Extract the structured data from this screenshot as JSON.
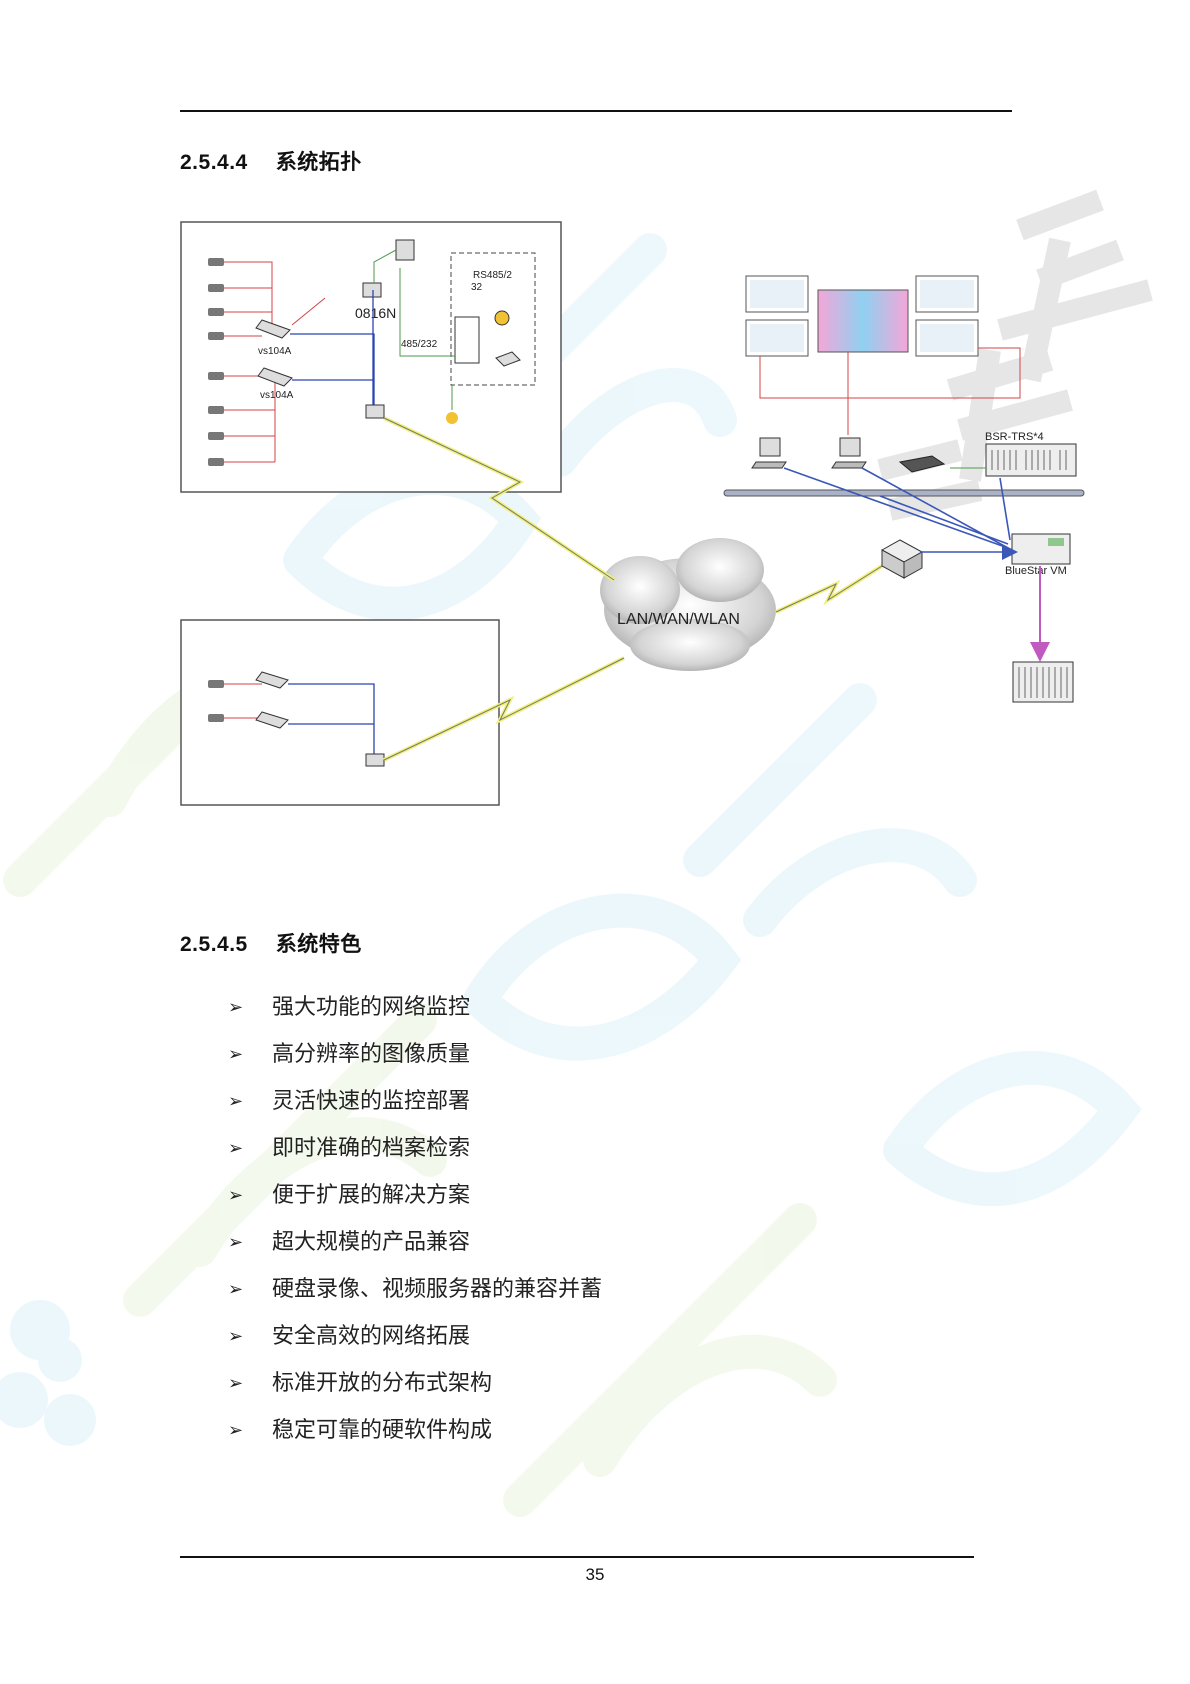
{
  "section_topology": {
    "number": "2.5.4.4",
    "title": "系统拓扑"
  },
  "diagram": {
    "nvr_model": "0816N",
    "encoder_a": "vs104A",
    "encoder_b": "vs104A",
    "serial_label_1": "RS485/2",
    "serial_label_2": "32",
    "serial_cable": "485/232",
    "cloud_label": "LAN/WAN/WLAN",
    "server_label": "BSR-TRS*4",
    "vm_label": "BlueStar VM"
  },
  "section_features": {
    "number": "2.5.4.5",
    "title": "系统特色"
  },
  "features": [
    "强大功能的网络监控",
    "高分辨率的图像质量",
    "灵活快速的监控部署",
    "即时准确的档案检索",
    "便于扩展的解决方案",
    "超大规模的产品兼容",
    "硬盘录像、视频服务器的兼容并蓄",
    "安全高效的网络拓展",
    "标准开放的分布式架构",
    "稳定可靠的硬软件构成"
  ],
  "bullet_glyph": "➢",
  "page_number": "35"
}
